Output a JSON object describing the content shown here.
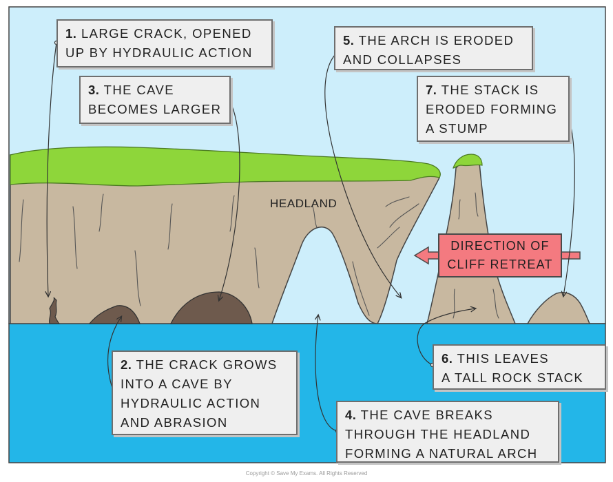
{
  "labels": {
    "l1": {
      "num": "1.",
      "lines": [
        "LARGE CRACK, OPENED",
        "UP BY HYDRAULIC ACTION"
      ]
    },
    "l2": {
      "num": "2.",
      "lines": [
        "THE CRACK GROWS",
        "INTO A CAVE BY",
        "HYDRAULIC ACTION",
        "AND ABRASION"
      ]
    },
    "l3": {
      "num": "3.",
      "lines": [
        "THE CAVE",
        "BECOMES LARGER"
      ]
    },
    "l4": {
      "num": "4.",
      "lines": [
        "THE CAVE BREAKS",
        "THROUGH THE HEADLAND",
        "FORMING A NATURAL ARCH"
      ]
    },
    "l5": {
      "num": "5.",
      "lines": [
        "THE ARCH IS ERODED",
        "AND COLLAPSES"
      ]
    },
    "l6": {
      "num": "6.",
      "lines": [
        "THIS LEAVES",
        "A TALL ROCK STACK"
      ]
    },
    "l7": {
      "num": "7.",
      "lines": [
        "THE STACK IS",
        "ERODED FORMING",
        "A STUMP"
      ]
    }
  },
  "headland_label": "HEADLAND",
  "retreat_arrow": {
    "lines": [
      "DIRECTION OF",
      "CLIFF RETREAT"
    ]
  },
  "copyright": "Copyright © Save My Exams. All Rights Reserved",
  "colors": {
    "sky": "#cdeefb",
    "sea": "#23b6e8",
    "rock": "#c8b8a0",
    "grass": "#8ed63a",
    "cave": "#6e5a4d",
    "retreat_box": "#f47a80",
    "label_bg": "#efefef"
  }
}
